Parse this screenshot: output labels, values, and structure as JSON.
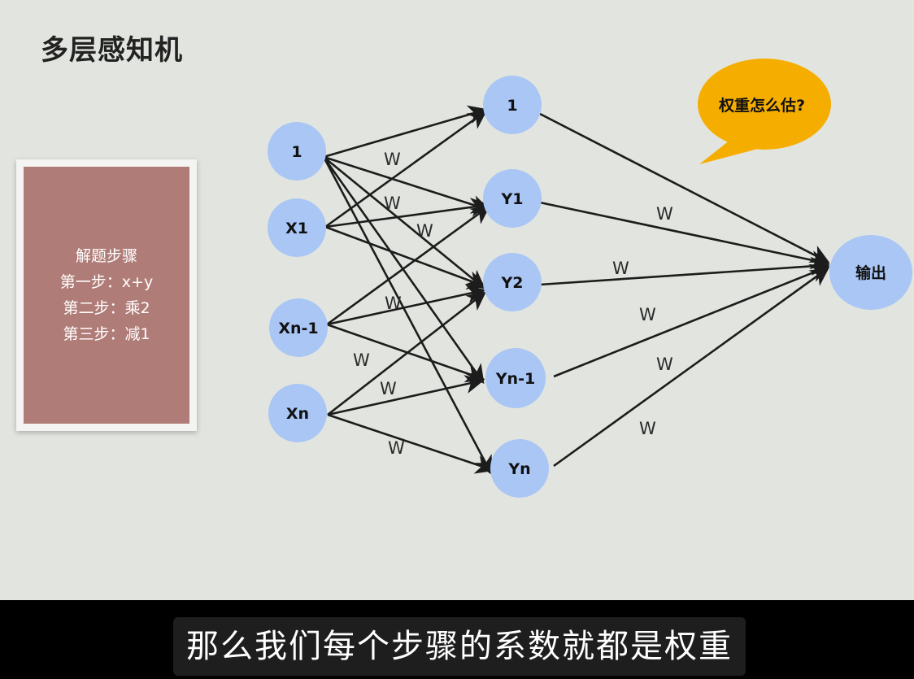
{
  "slide": {
    "title": "多层感知机",
    "steps_card": {
      "heading": "解题步骤",
      "steps": [
        "第一步：x+y",
        "第二步：乘2",
        "第三步：减1"
      ]
    },
    "speech_bubble": {
      "text": "权重怎么估?",
      "color": "#f5ae00"
    },
    "network": {
      "node_color": "#a9c6f5",
      "input_nodes": [
        "1",
        "X1",
        "Xn-1",
        "Xn"
      ],
      "hidden_nodes": [
        "1",
        "Y1",
        "Y2",
        "Yn-1",
        "Yn"
      ],
      "output_node": "输出",
      "weight_symbol": "W"
    }
  },
  "subtitle": {
    "text": "那么我们每个步骤的系数就都是权重"
  }
}
